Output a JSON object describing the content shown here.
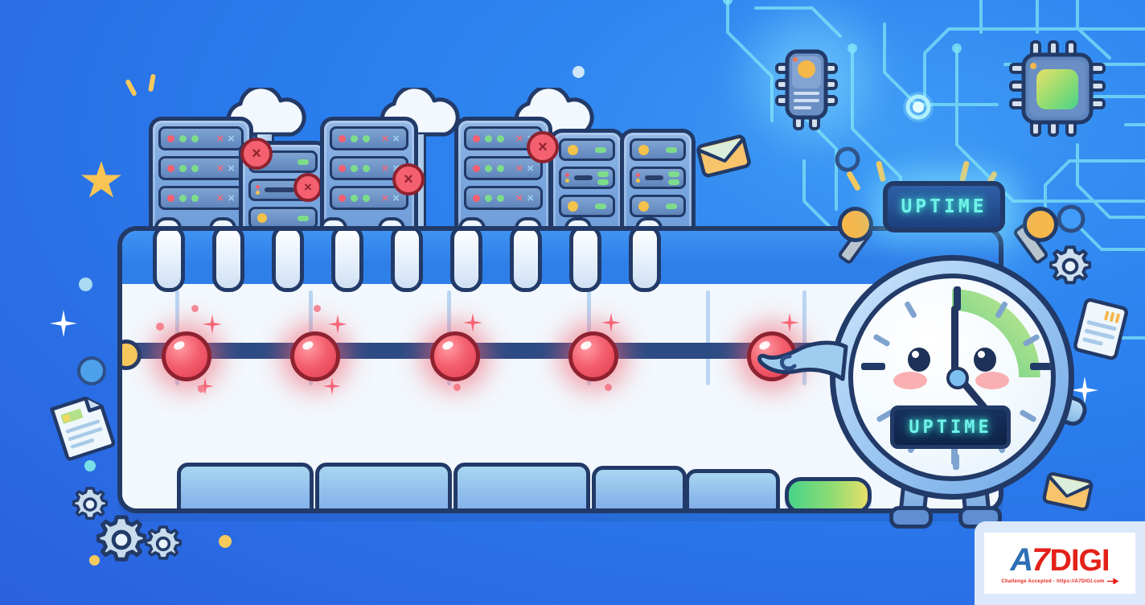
{
  "illustration": {
    "title": "Server uptime monitoring illustration",
    "theme_colors": {
      "background_blue": "#2a7ced",
      "background_blue_light": "#3d9bf5",
      "panel_white": "#f2f8fd",
      "panel_header_blue": "#2f7fe9",
      "outline_navy": "#223a68",
      "timeline_navy": "#2c4b85",
      "incident_red": "#f4606f",
      "incident_red_dark": "#8e2230",
      "led_cyan": "#6ff3e8",
      "accent_green": "#49d38a",
      "accent_yellow": "#f6c95c",
      "circuit_cyan": "#7fe3f5"
    }
  },
  "clock_character": {
    "top_badge_label": "UPTIME",
    "face_display_label": "UPTIME",
    "hand_positions": {
      "minute_hand_deg": 0,
      "hour_hand_deg": 135
    },
    "gauge_arc": {
      "from_deg": 0,
      "to_deg": 90,
      "color_start": "#bde38a",
      "color_end": "#4ec97f"
    },
    "bells": 2,
    "legs": 2,
    "pointing_arm": "left"
  },
  "panel": {
    "tabs_count": 9,
    "timeline": {
      "label": "incident timeline",
      "incident_nodes": 5,
      "node_positions_pct": [
        8.5,
        23.5,
        39.5,
        55.5,
        77.5
      ]
    },
    "cards": [
      {
        "name": "card-1",
        "width": 160,
        "color": "blue"
      },
      {
        "name": "card-2",
        "width": 160,
        "color": "blue"
      },
      {
        "name": "card-3",
        "width": 160,
        "color": "blue"
      },
      {
        "name": "card-4",
        "width": 108,
        "color": "blue"
      },
      {
        "name": "card-5",
        "width": 108,
        "color": "blue"
      },
      {
        "name": "card-6-status-ok",
        "width": 98,
        "color": "green"
      }
    ],
    "gridlines_count": 6
  },
  "servers": {
    "rack_groups": 3,
    "alert_badges": 4,
    "alert_symbol": "×",
    "status_symbols": [
      "×",
      "×"
    ],
    "led_colors": [
      "#f4606f",
      "#7ddc8a",
      "#7ddc8a"
    ],
    "secondary_led_colors": [
      "#f3c24a",
      "#7ddc8a"
    ],
    "cloud_icons": 3
  },
  "decorations": {
    "chips": [
      {
        "name": "memory-chip-icon",
        "core_color": "#f6b74b"
      },
      {
        "name": "cpu-chip-icon",
        "core_color": "#8fdc72"
      }
    ],
    "gears": 4,
    "documents": 2,
    "envelopes": 2,
    "stars": 1,
    "sparkles": 5,
    "circuit_nodes": 3
  },
  "logo": {
    "mark_a": "A",
    "mark_7": "7",
    "mark_digi": "DIGI",
    "tagline": "Challenge Accepted - https://A7DIGI.com"
  }
}
